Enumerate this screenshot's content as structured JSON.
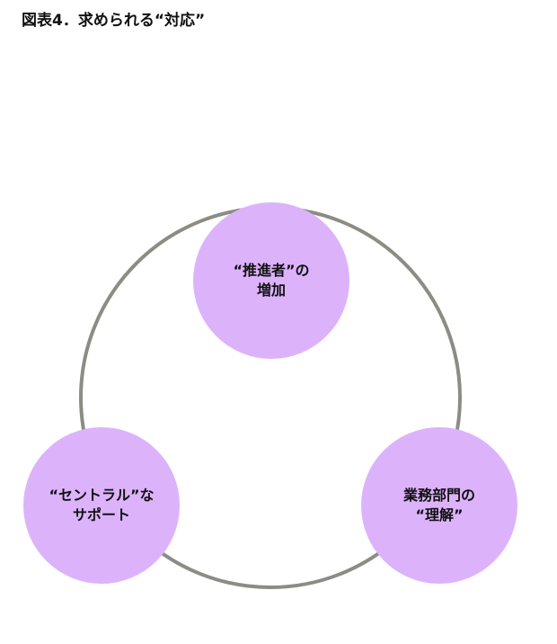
{
  "title": "図表4．求められる“対応”",
  "colors": {
    "node_fill": "#dcb3fb",
    "ring": "#8c8c84"
  },
  "nodes": [
    {
      "id": "top",
      "lines": [
        "“推進者”の",
        "増加"
      ]
    },
    {
      "id": "left",
      "lines": [
        "“セントラル”な",
        "サポート"
      ]
    },
    {
      "id": "right",
      "lines": [
        "業務部門の",
        "“理解”"
      ]
    }
  ]
}
